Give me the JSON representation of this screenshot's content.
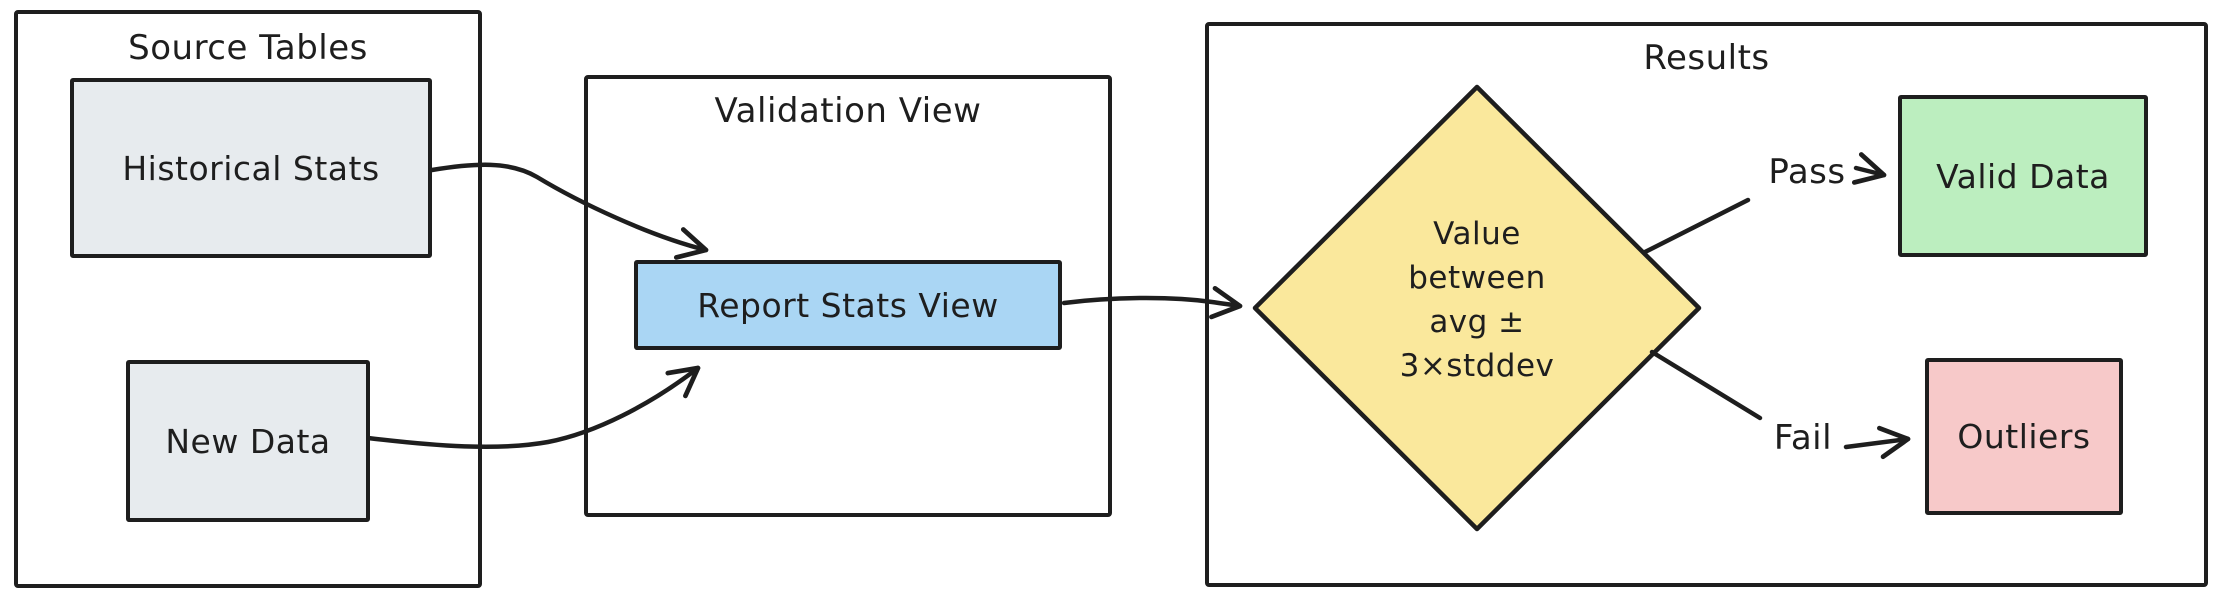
{
  "diagram": {
    "background": "#ffffff",
    "stroke": "#1e1e1e",
    "containers": {
      "source_tables": {
        "title": "Source Tables"
      },
      "validation_view": {
        "title": "Validation View"
      },
      "results": {
        "title": "Results"
      }
    },
    "nodes": {
      "historical_stats": {
        "label": "Historical Stats",
        "fill": "#e7ebee",
        "shape": "rectangle"
      },
      "new_data": {
        "label": "New Data",
        "fill": "#e7ebee",
        "shape": "rectangle"
      },
      "report_stats_view": {
        "label": "Report Stats View",
        "fill": "#aad6f4",
        "shape": "rectangle"
      },
      "decision": {
        "label": "Value\nbetween\navg ±\n3×stddev",
        "fill": "#fae89c",
        "shape": "diamond"
      },
      "valid_data": {
        "label": "Valid Data",
        "fill": "#bceebf",
        "shape": "rectangle"
      },
      "outliers": {
        "label": "Outliers",
        "fill": "#f7c9c9",
        "shape": "rectangle"
      }
    },
    "edges": {
      "pass_label": "Pass",
      "fail_label": "Fail"
    }
  }
}
